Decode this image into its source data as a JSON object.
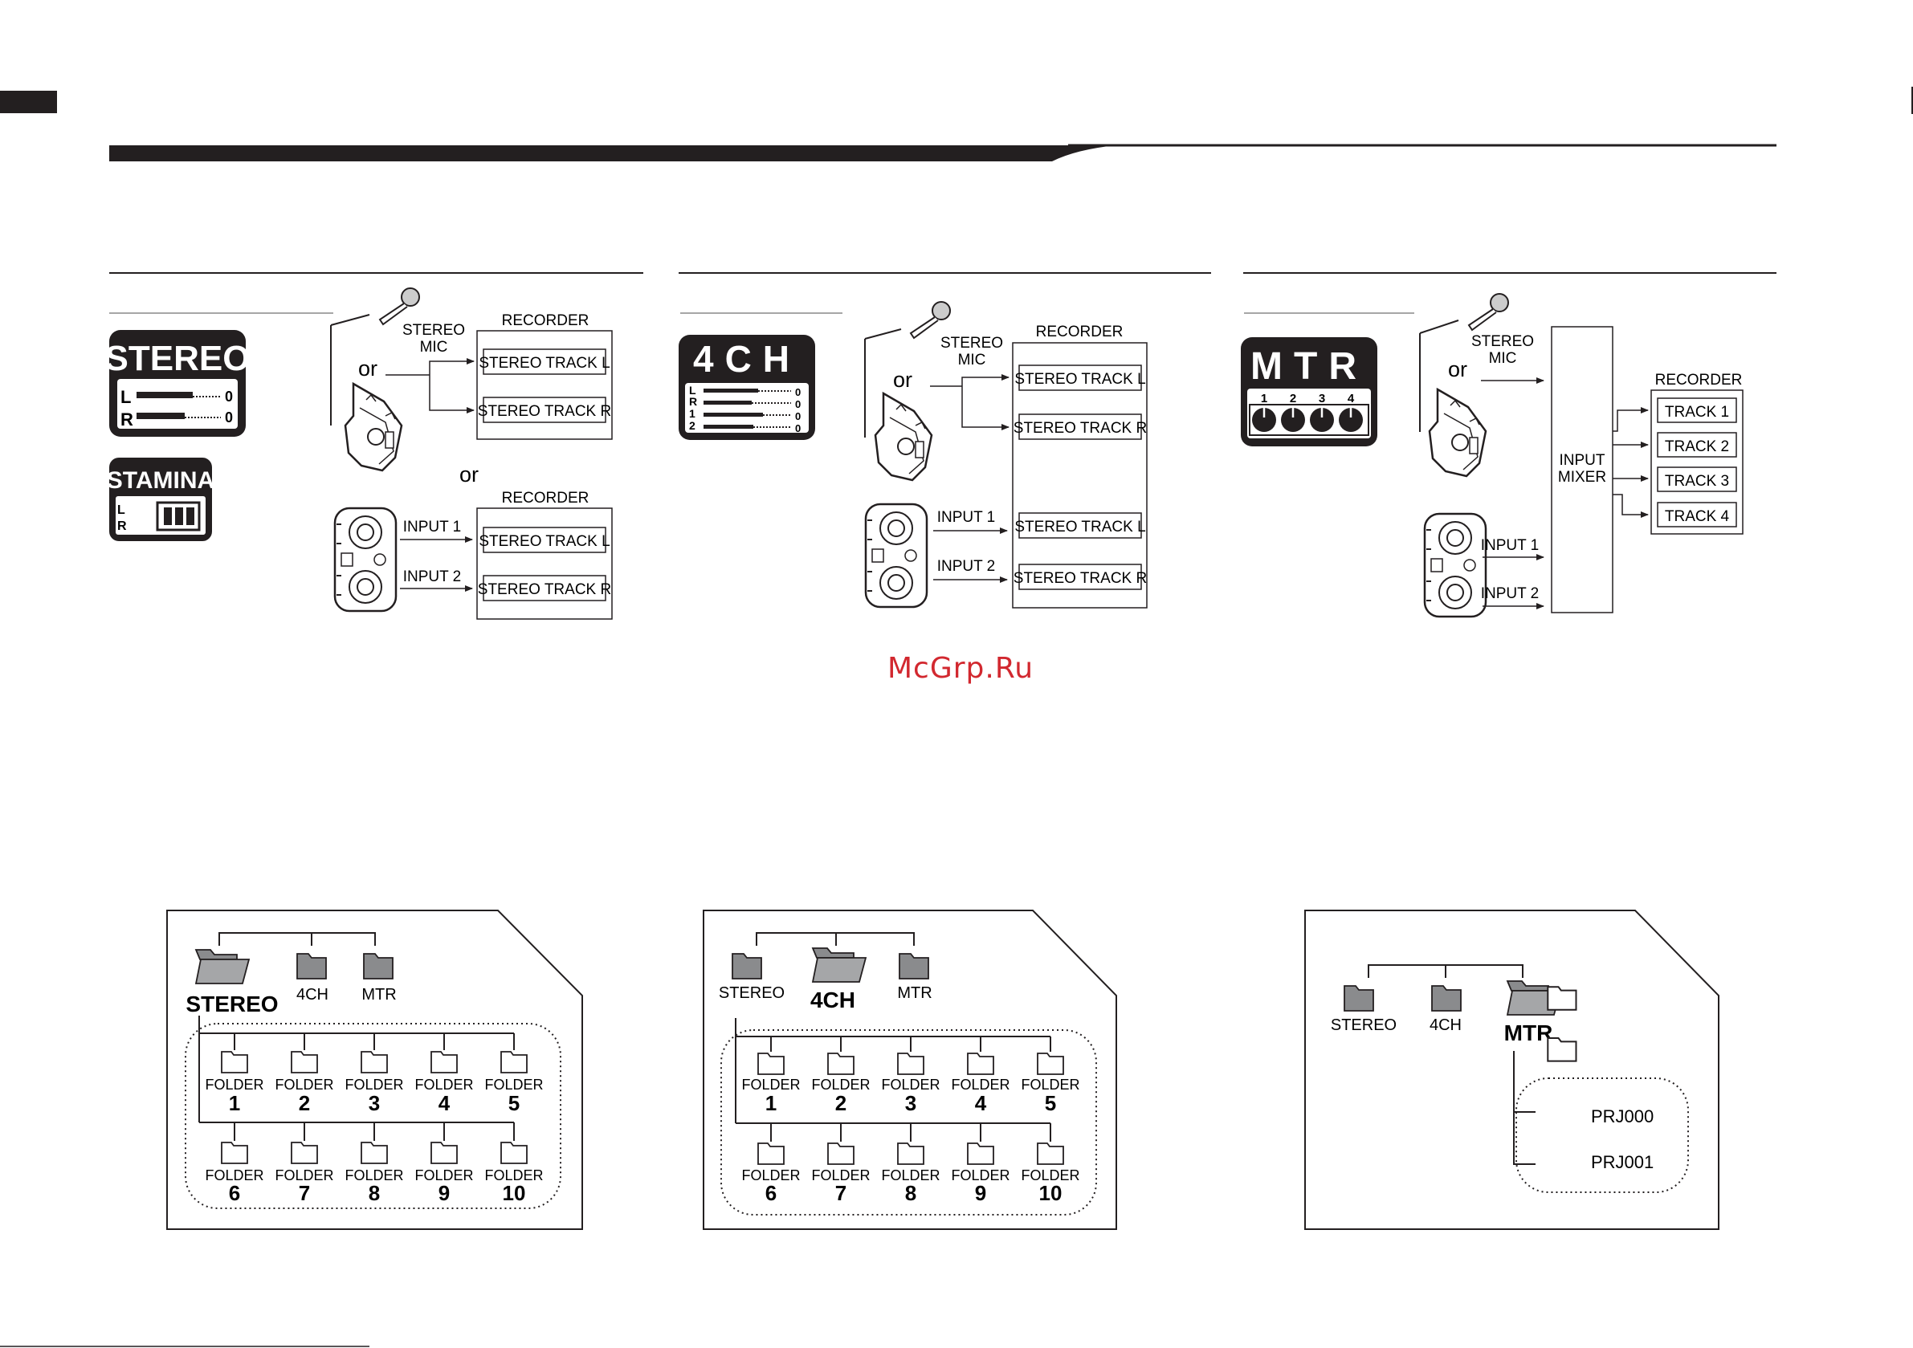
{
  "watermark": "McGrp.Ru",
  "stereo_section": {
    "badge_stereo": "STEREO",
    "badge_stamina": "STAMINA",
    "meter_l": "L",
    "meter_r": "R",
    "meter_zero": "0",
    "stereo_mic": "STEREO",
    "stereo_mic2": "MIC",
    "or1": "or",
    "or2": "or",
    "recorder1": "RECORDER",
    "recorder2": "RECORDER",
    "track_l": "STEREO TRACK L",
    "track_r": "STEREO TRACK R",
    "input1": "INPUT 1",
    "input2": "INPUT 2"
  },
  "fourch_section": {
    "badge": "4CH",
    "meter_labels": [
      "L",
      "R",
      "1",
      "2"
    ],
    "meter_zero": "0",
    "stereo_mic": "STEREO",
    "stereo_mic2": "MIC",
    "or": "or",
    "recorder": "RECORDER",
    "track_l": "STEREO TRACK L",
    "track_r": "STEREO TRACK R",
    "input1": "INPUT 1",
    "input2": "INPUT 2"
  },
  "mtr_section": {
    "badge": "MTR",
    "knob_numbers": [
      "1",
      "2",
      "3",
      "4"
    ],
    "stereo_mic": "STEREO",
    "stereo_mic2": "MIC",
    "or": "or",
    "input_mixer1": "INPUT",
    "input_mixer2": "MIXER",
    "recorder": "RECORDER",
    "tracks": [
      "TRACK 1",
      "TRACK 2",
      "TRACK 3",
      "TRACK 4"
    ],
    "input1": "INPUT 1",
    "input2": "INPUT 2"
  },
  "folders": {
    "stereo": "STEREO",
    "fourch": "4CH",
    "mtr": "MTR",
    "folder_word": "FOLDER",
    "folder_numbers": [
      "1",
      "2",
      "3",
      "4",
      "5",
      "6",
      "7",
      "8",
      "9",
      "10"
    ],
    "projects": [
      "PRJ000",
      "PRJ001"
    ]
  }
}
